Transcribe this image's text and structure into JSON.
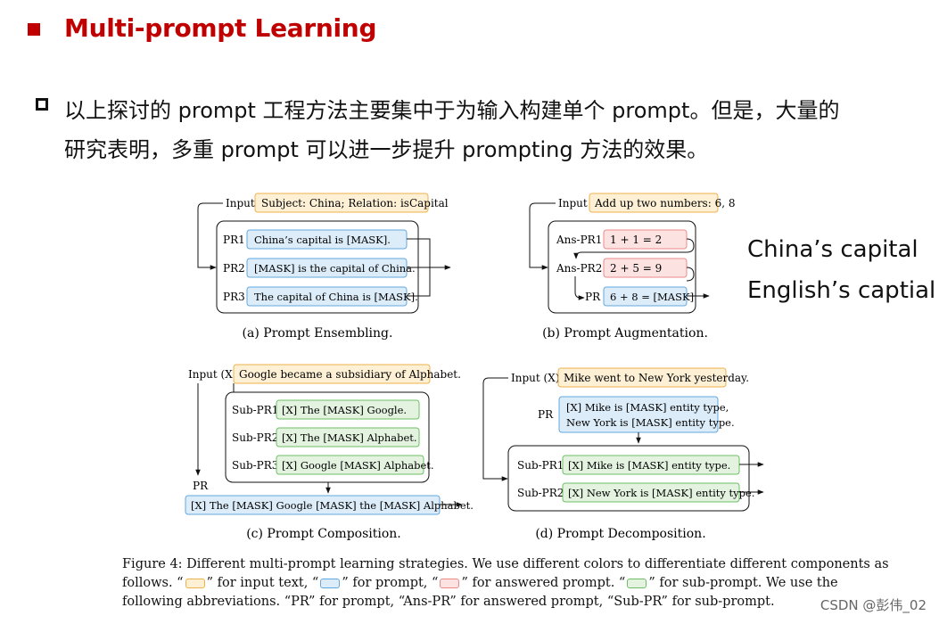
{
  "slide": {
    "title": "Multi-prompt Learning",
    "para_line1": "以上探讨的 prompt 工程方法主要集中于为输入构建单个 prompt。但是，大量的",
    "para_line2": "研究表明，多重 prompt 可以进一步提升 prompting 方法的效果。",
    "side_line1": "China’s capital",
    "side_line2": "English’s captial"
  },
  "figure": {
    "a": {
      "input_label": "Input",
      "input_text": "Subject: China; Relation: isCapital",
      "rows": [
        {
          "label": "PR1",
          "text": "China’s capital is [MASK]."
        },
        {
          "label": "PR2",
          "text": "[MASK] is the capital of China."
        },
        {
          "label": "PR3",
          "text": "The capital of China is [MASK]."
        }
      ],
      "caption": "(a) Prompt Ensembling."
    },
    "b": {
      "input_label": "Input",
      "input_text": "Add up two numbers: 6, 8",
      "rows": [
        {
          "label": "Ans-PR1",
          "text": "1 + 1 = 2"
        },
        {
          "label": "Ans-PR2",
          "text": "2 + 5 = 9"
        },
        {
          "label": "PR",
          "text": "6 + 8 = [MASK]"
        }
      ],
      "caption": "(b) Prompt Augmentation."
    },
    "c": {
      "input_label": "Input (X)",
      "input_text": "Google became a subsidiary of Alphabet.",
      "rows": [
        {
          "label": "Sub-PR1",
          "text": "[X] The [MASK] Google."
        },
        {
          "label": "Sub-PR2",
          "text": "[X] The [MASK] Alphabet."
        },
        {
          "label": "Sub-PR3",
          "text": "[X] Google [MASK] Alphabet."
        }
      ],
      "pr_label": "PR",
      "pr_text": "[X] The [MASK] Google [MASK] the [MASK] Alphabet.",
      "caption": "(c) Prompt Composition."
    },
    "d": {
      "input_label": "Input (X)",
      "input_text": "Mike went to New York yesterday.",
      "pr_label": "PR",
      "pr_line1": "[X] Mike is [MASK] entity type,",
      "pr_line2": "New York is [MASK] entity type.",
      "rows": [
        {
          "label": "Sub-PR1",
          "text": "[X] Mike is [MASK] entity type."
        },
        {
          "label": "Sub-PR2",
          "text": "[X] New York is [MASK] entity type."
        }
      ],
      "caption": "(d) Prompt Decomposition."
    },
    "caption_line1": "Figure 4: Different multi-prompt learning strategies. We use different colors to differentiate different components as",
    "caption_line2_a": "follows. “",
    "caption_line2_b": "” for input text, “",
    "caption_line2_c": "” for prompt, “",
    "caption_line2_d": "” for answered prompt. “",
    "caption_line2_e": "” for sub-prompt. We use the",
    "caption_line3": "following abbreviations. “PR” for prompt, “Ans-PR” for answered prompt, “Sub-PR” for sub-prompt."
  },
  "watermark": "CSDN @彭伟_02",
  "colors": {
    "title": "#c00000",
    "input_fill": "#fdf0d5",
    "input_stroke": "#f0b04a",
    "prompt_fill": "#dcecf9",
    "prompt_stroke": "#62a8de",
    "answer_fill": "#fde2e2",
    "answer_stroke": "#ec8a8a",
    "sub_fill": "#e3f3e0",
    "sub_stroke": "#6cbf64"
  }
}
